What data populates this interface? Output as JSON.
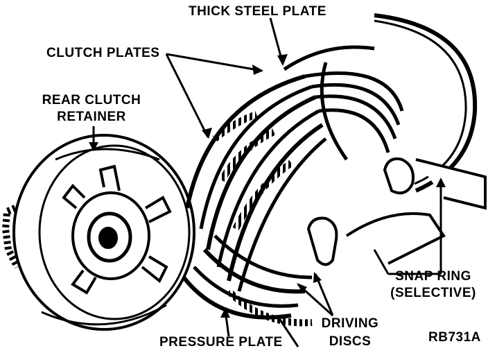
{
  "colors": {
    "ink": "#000000",
    "paper": "#ffffff"
  },
  "labels": {
    "thick_steel_plate": "THICK STEEL PLATE",
    "clutch_plates": "CLUTCH PLATES",
    "rear_clutch_retainer_line1": "REAR CLUTCH",
    "rear_clutch_retainer_line2": "RETAINER",
    "snap_ring_line1": "SNAP RING",
    "snap_ring_line2": "(SELECTIVE)",
    "driving_discs_line1": "DRIVING",
    "driving_discs_line2": "DISCS",
    "pressure_plate": "PRESSURE PLATE",
    "figure_code": "RB731A"
  }
}
